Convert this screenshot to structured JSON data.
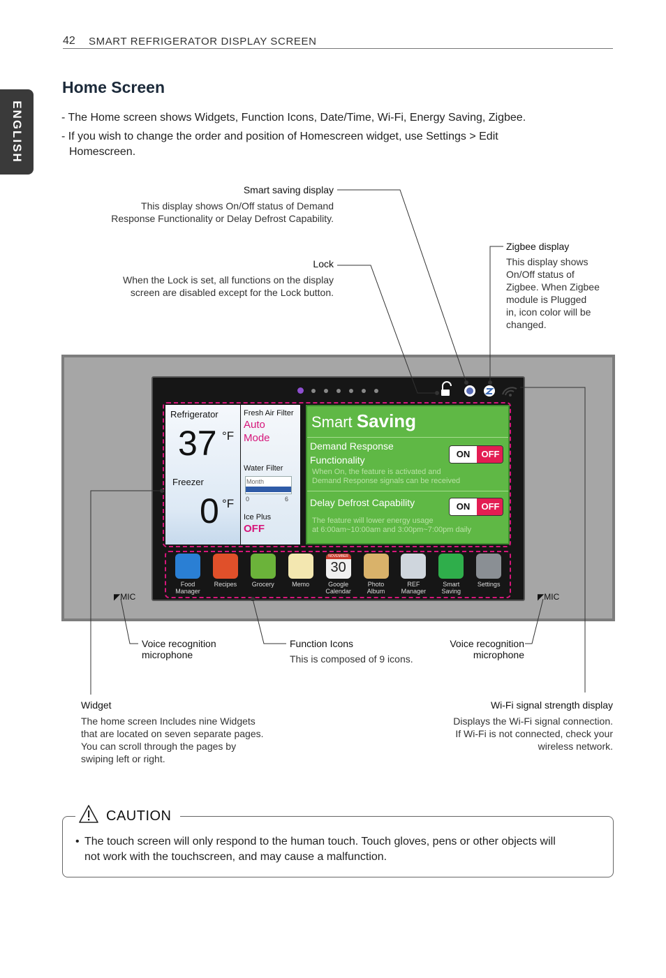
{
  "header": {
    "page_number": "42",
    "section": "SMART REFRIGERATOR DISPLAY SCREEN"
  },
  "side_tab": "ENGLISH",
  "title": "Home Screen",
  "intro": [
    "- The Home screen shows Widgets, Function Icons, Date/Time, Wi-Fi, Energy Saving, Zigbee.",
    "- If you wish to change the order and position of Homescreen widget, use Settings > Edit",
    "Homescreen."
  ],
  "callouts": {
    "smart_saving": {
      "title": "Smart saving display",
      "desc": [
        "This display shows On/Off status of Demand",
        "Response Functionality or Delay Defrost Capability."
      ]
    },
    "lock": {
      "title": "Lock",
      "desc": [
        "When the Lock is set, all functions on the display",
        "screen are disabled except for the Lock button."
      ]
    },
    "zigbee": {
      "title": "Zigbee display",
      "desc": [
        "This display shows",
        "On/Off status of",
        "Zigbee. When Zigbee",
        "module is Plugged",
        "in, icon color will be",
        "changed."
      ]
    },
    "voice_left": {
      "title": [
        "Voice recognition",
        "microphone"
      ]
    },
    "function_icons": {
      "title": "Function Icons",
      "desc": "This is composed of 9 icons."
    },
    "voice_right": {
      "title": [
        "Voice recognition",
        "microphone"
      ]
    },
    "widget": {
      "title": "Widget",
      "desc": [
        "The home screen Includes nine Widgets",
        "that are located on seven separate pages.",
        "You can scroll through the pages by",
        "swiping left or right."
      ]
    },
    "wifi": {
      "title": "Wi-Fi signal strength display",
      "desc": [
        "Displays the Wi-Fi signal connection.",
        "If Wi-Fi is not connected, check your",
        "wireless network."
      ]
    }
  },
  "device": {
    "mic_label": "MIC",
    "refrigerator": {
      "label": "Refrigerator",
      "temp": "37",
      "unit": "°F"
    },
    "freezer": {
      "label": "Freezer",
      "temp": "0",
      "unit": "°F"
    },
    "fresh_air": {
      "label": "Fresh Air Filter",
      "value_line1": "Auto",
      "value_line2": "Mode"
    },
    "water_filter": {
      "label": "Water Filter",
      "bar_label": "Month",
      "min": "0",
      "max": "6"
    },
    "ice_plus": {
      "label": "Ice Plus",
      "value": "OFF"
    },
    "smart_saving": {
      "title_light": "Smart",
      "title_bold": "Saving",
      "demand": {
        "label_line1": "Demand Response",
        "label_line2": "Functionality",
        "note_line1": "When On, the feature is activated and",
        "note_line2": "Demand Response signals can be received"
      },
      "defrost": {
        "label": "Delay Defrost Capability",
        "note_line1": "The feature will lower energy usage",
        "note_line2": "at 6:00am~10:00am and 3:00pm~7:00pm daily"
      },
      "on": "ON",
      "off": "OFF"
    },
    "calendar_day": "30",
    "calendar_month": "NOVEMBER",
    "function_icons": [
      {
        "l1": "Food",
        "l2": "Manager",
        "color": "#2a7fd4"
      },
      {
        "l1": "Recipes",
        "l2": "",
        "color": "#e0502a"
      },
      {
        "l1": "Grocery",
        "l2": "",
        "color": "#6bb33a"
      },
      {
        "l1": "Memo",
        "l2": "",
        "color": "#f3e7b0"
      },
      {
        "l1": "Google",
        "l2": "Calendar",
        "color": "#f0f0f0"
      },
      {
        "l1": "Photo",
        "l2": "Album",
        "color": "#d9b26a"
      },
      {
        "l1": "REF",
        "l2": "Manager",
        "color": "#cfd6dd"
      },
      {
        "l1": "Smart",
        "l2": "Saving",
        "color": "#2fae4b"
      },
      {
        "l1": "Settings",
        "l2": "",
        "color": "#8a8f94"
      }
    ]
  },
  "caution": {
    "title": "CAUTION",
    "text": [
      "The touch screen will only respond to the human touch. Touch gloves, pens or other objects will",
      "not work with the touchscreen, and may cause a malfunction."
    ]
  }
}
